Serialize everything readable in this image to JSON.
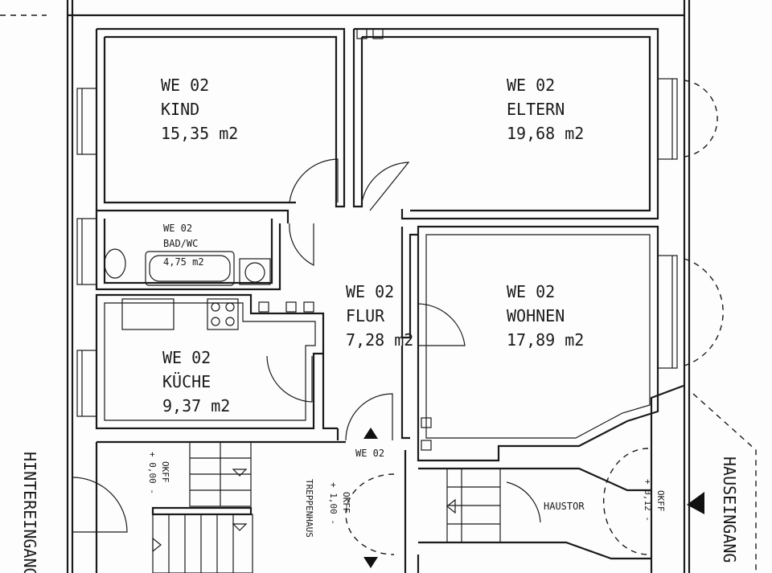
{
  "rooms": {
    "kind": {
      "unit": "WE 02",
      "name": "KIND",
      "area": "15,35 m2"
    },
    "eltern": {
      "unit": "WE 02",
      "name": "ELTERN",
      "area": "19,68 m2"
    },
    "bad": {
      "unit": "WE 02",
      "name": "BAD/WC",
      "area": "4,75 m2"
    },
    "flur": {
      "unit": "WE 02",
      "name": "FLUR",
      "area": "7,28 m2"
    },
    "wohnen": {
      "unit": "WE 02",
      "name": "WOHNEN",
      "area": "17,89 m2"
    },
    "kueche": {
      "unit": "WE 02",
      "name": "KÜCHE",
      "area": "9,37 m2"
    }
  },
  "labels": {
    "entry_we": "WE 02",
    "hintereingang": "HINTEREINGANG",
    "hauseingang": "HAUSEINGANG",
    "haustor": "HAUSTOR",
    "treppenhaus": "TREPPENHAUS",
    "okff_back": "OKFF",
    "okff_back_val": "+ 0,00 -",
    "okff_stair": "OKFF",
    "okff_stair_val": "+ 1,00 -",
    "okff_front": "OKFF",
    "okff_front_val": "+ 0,12 -"
  }
}
